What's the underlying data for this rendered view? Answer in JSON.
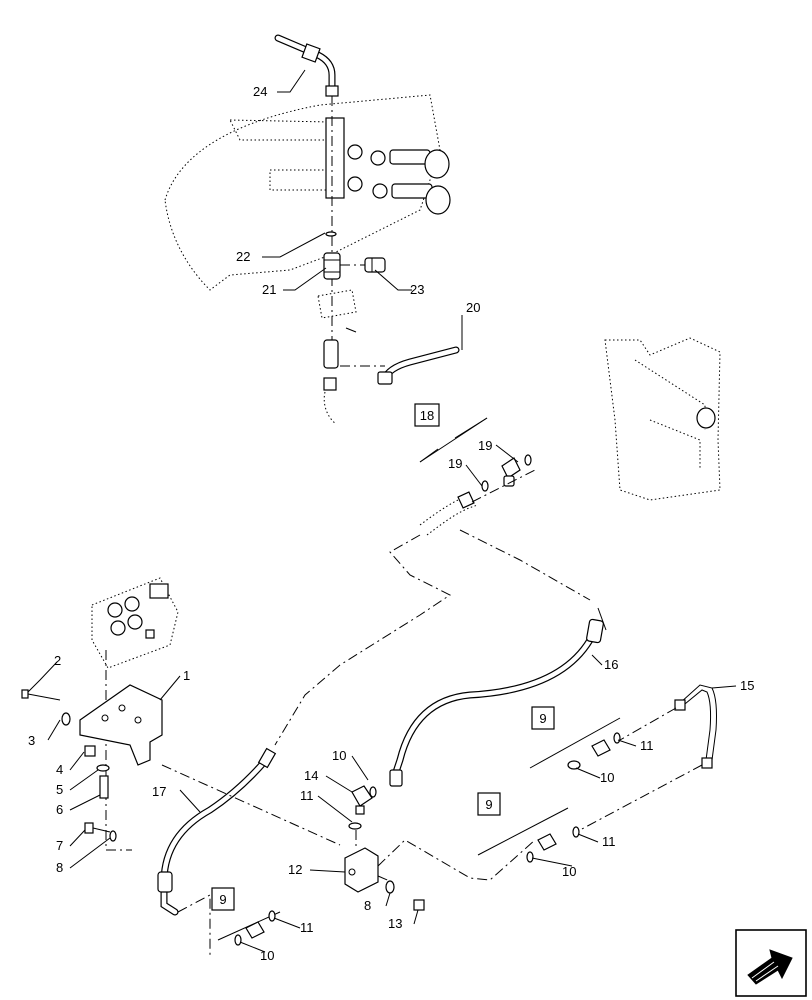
{
  "callouts": {
    "c1": "1",
    "c2": "2",
    "c3": "3",
    "c4": "4",
    "c5": "5",
    "c6": "6",
    "c7": "7",
    "c8a": "8",
    "c8b": "8",
    "c9a": "9",
    "c9b": "9",
    "c9c": "9",
    "c10a": "10",
    "c10b": "10",
    "c10c": "10",
    "c10d": "10",
    "c11a": "11",
    "c11b": "11",
    "c11c": "11",
    "c11d": "11",
    "c12": "12",
    "c13": "13",
    "c14": "14",
    "c15": "15",
    "c16": "16",
    "c17": "17",
    "c18": "18",
    "c19a": "19",
    "c19b": "19",
    "c20": "20",
    "c21": "21",
    "c22": "22",
    "c23": "23",
    "c24": "24"
  },
  "icons": {
    "nav": "next-page-arrow-icon"
  }
}
